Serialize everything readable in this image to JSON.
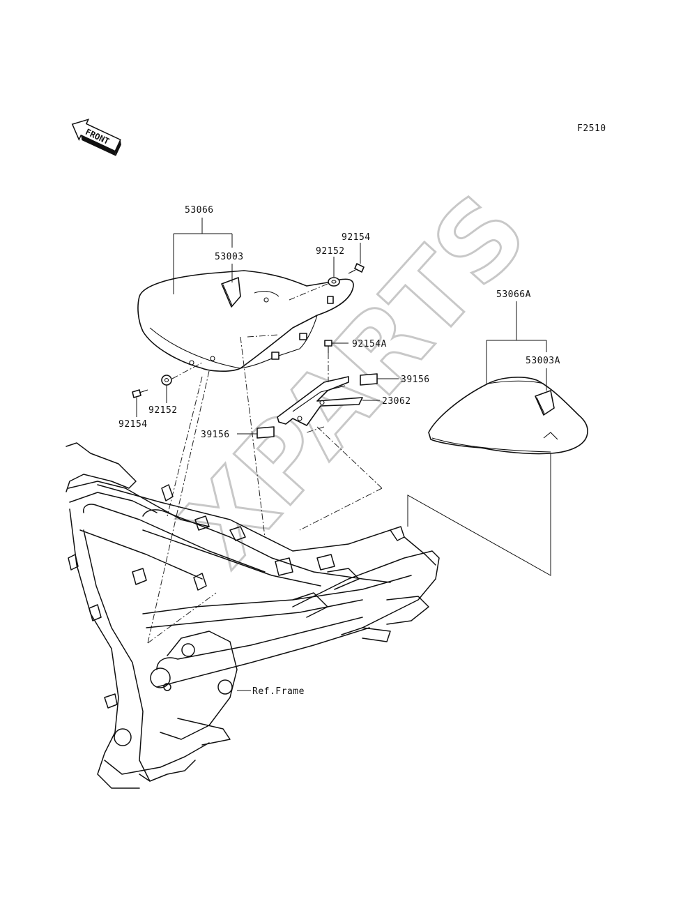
{
  "figure_code": "F2510",
  "front_arrow_label": "FRONT",
  "watermark": "XPARTS",
  "parts": {
    "p53066": "53066",
    "p53003": "53003",
    "p92154_top": "92154",
    "p92152_top": "92152",
    "p92154A": "92154A",
    "p39156_right": "39156",
    "p23062": "23062",
    "p39156_left": "39156",
    "p92152_bottom": "92152",
    "p92154_bottom": "92154",
    "p53066A": "53066A",
    "p53003A": "53003A",
    "ref_frame": "Ref.Frame"
  }
}
